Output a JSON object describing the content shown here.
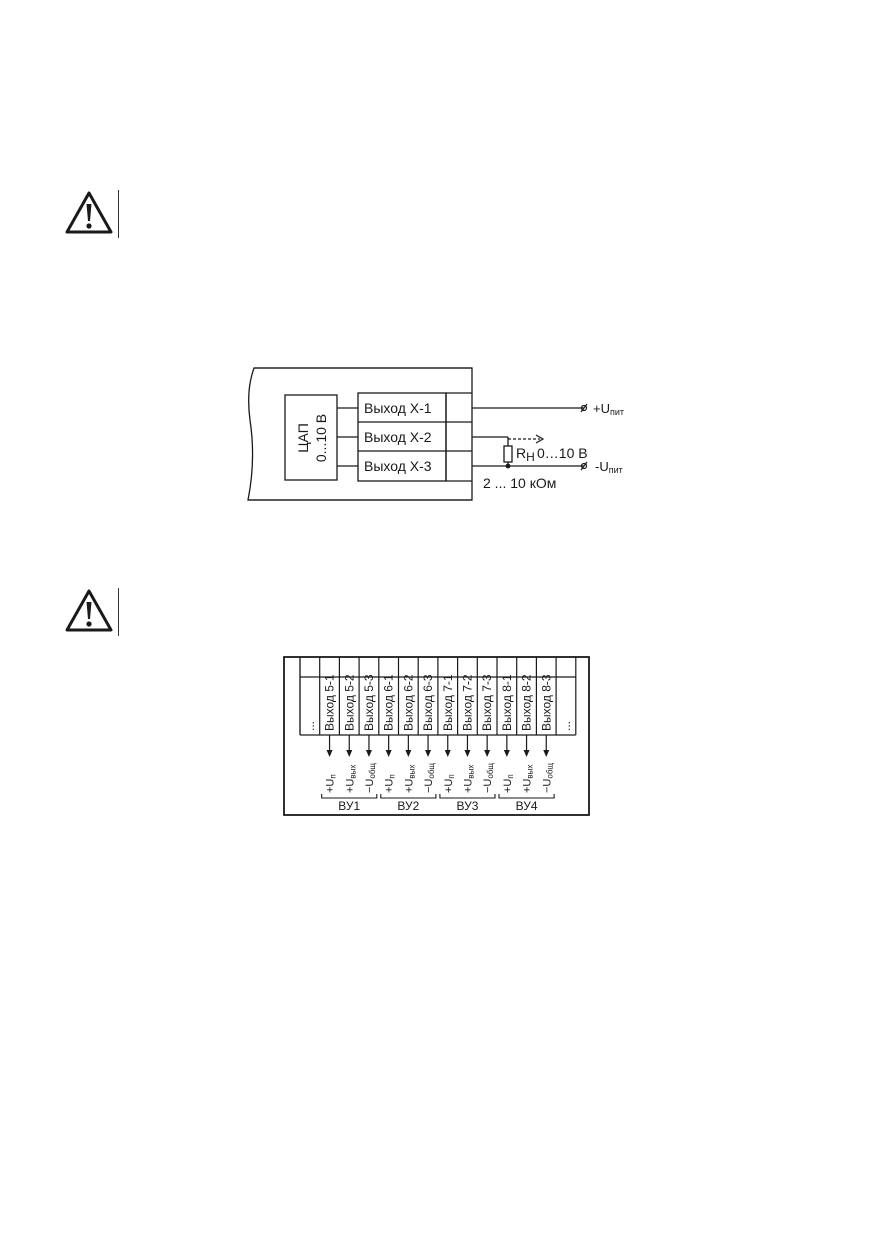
{
  "diagram1": {
    "dac_label": "ЦАП",
    "dac_range": "0...10 В",
    "outputs": [
      "Выход Х-1",
      "Выход Х-2",
      "Выход Х-3"
    ],
    "supply_plus": "+U",
    "supply_minus": "-U",
    "supply_sub": "пит",
    "load_label": "R",
    "load_sub": "Н",
    "load_range": "0…10 В",
    "load_resistance": "2 ... 10 кОм"
  },
  "diagram2": {
    "terminals": [
      "...",
      "Выход 5-1",
      "Выход 5-2",
      "Выход 5-3",
      "Выход 6-1",
      "Выход 6-2",
      "Выход 6-3",
      "Выход 7-1",
      "Выход 7-2",
      "Выход 7-3",
      "Выход 8-1",
      "Выход 8-2",
      "Выход 8-3",
      "..."
    ],
    "signal_main": [
      "+U",
      "+U",
      "−U"
    ],
    "signal_sub": [
      "п",
      "вых",
      "общ"
    ],
    "groups": [
      "ВУ1",
      "ВУ2",
      "ВУ3",
      "ВУ4"
    ]
  }
}
